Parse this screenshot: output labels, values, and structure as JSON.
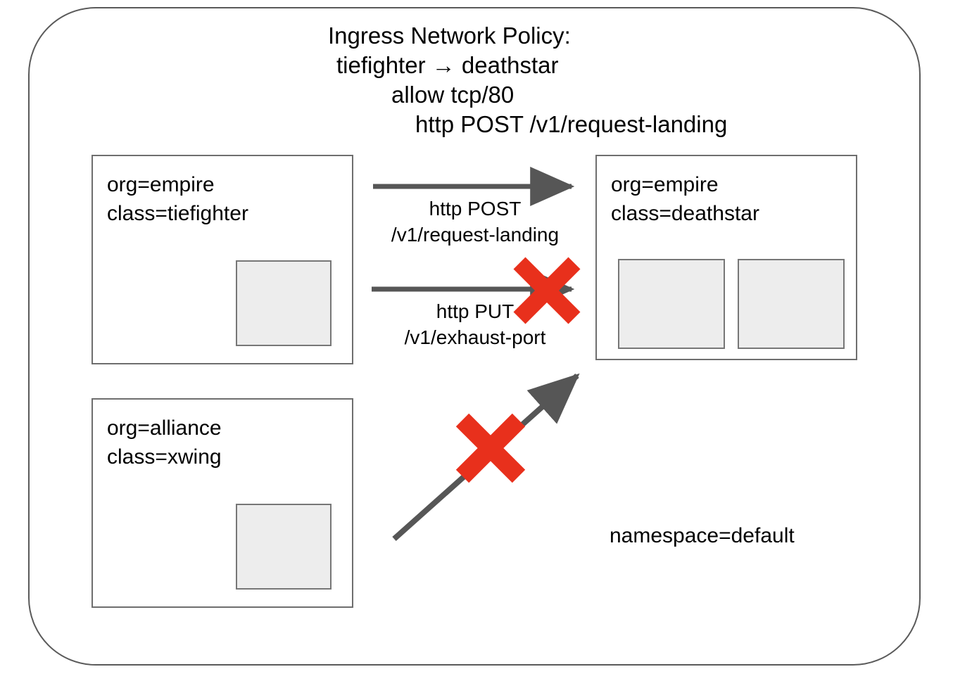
{
  "diagram": {
    "title_lines": [
      "Ingress Network Policy:",
      "tiefighter → deathstar",
      "allow tcp/80",
      "http POST /v1/request-landing"
    ],
    "namespace_caption": "namespace=default",
    "colors": {
      "outline": "#5a5a5a",
      "box_border": "#6e6e6e",
      "pod_fill": "#ededed",
      "pod_border": "#777777",
      "arrow": "#565656",
      "deny_x": "#e8301c",
      "text": "#000000"
    },
    "endpoints": [
      {
        "id": "tiefighter",
        "labels": [
          "org=empire",
          "class=tiefighter"
        ],
        "pod_count": 1
      },
      {
        "id": "deathstar",
        "labels": [
          "org=empire",
          "class=deathstar"
        ],
        "pod_count": 2
      },
      {
        "id": "xwing",
        "labels": [
          "org=alliance",
          "class=xwing"
        ],
        "pod_count": 1
      }
    ],
    "flows": [
      {
        "id": "post-allowed",
        "from": "tiefighter",
        "to": "deathstar",
        "label_lines": [
          "http POST",
          "/v1/request-landing"
        ],
        "allowed": true,
        "denied_marker": false
      },
      {
        "id": "put-denied",
        "from": "tiefighter",
        "to": "deathstar",
        "label_lines": [
          "http PUT",
          "/v1/exhaust-port"
        ],
        "allowed": false,
        "denied_marker": true
      },
      {
        "id": "xwing-denied",
        "from": "xwing",
        "to": "deathstar",
        "label_lines": [],
        "allowed": false,
        "denied_marker": true
      }
    ]
  }
}
